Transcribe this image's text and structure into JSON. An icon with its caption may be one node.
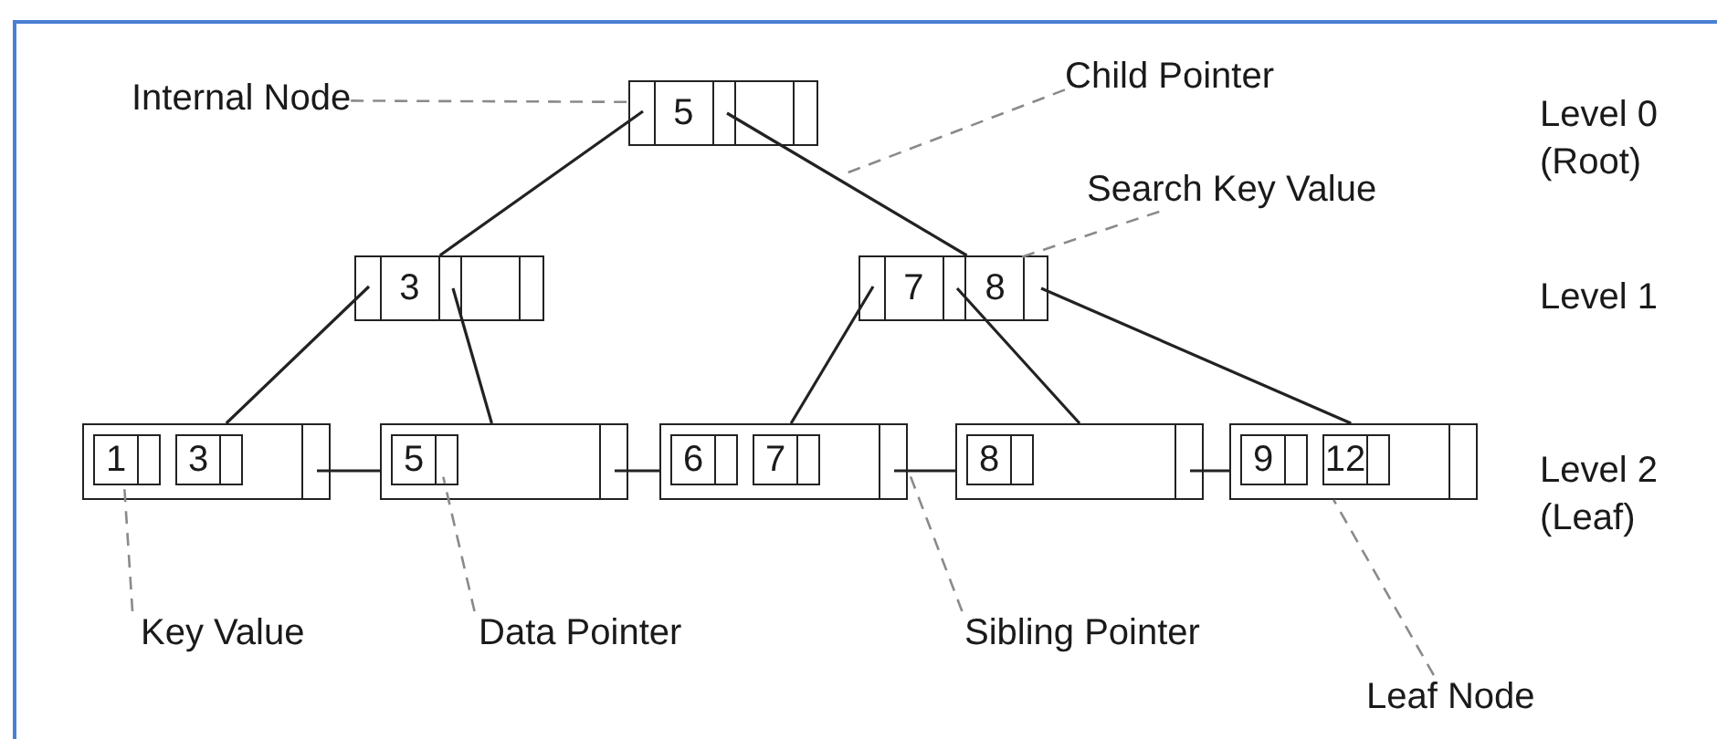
{
  "diagram": {
    "nodes": [
      {
        "text": [
          "Internal Node"
        ]
      },
      {
        "text": [
          "5"
        ]
      },
      {
        "text": [
          "Child Pointer"
        ]
      },
      {
        "text": [
          "Search Key Value"
        ]
      },
      {
        "text": [
          "3"
        ]
      },
      {
        "text": [
          "7",
          "8"
        ]
      },
      {
        "text": [
          "1",
          "3"
        ]
      },
      {
        "text": [
          "5"
        ]
      },
      {
        "text": [
          "6",
          "7"
        ]
      },
      {
        "text": [
          "8"
        ]
      },
      {
        "text": [
          "9",
          "12"
        ]
      },
      {
        "text": [
          "Key Value"
        ]
      },
      {
        "text": [
          "Data Pointer"
        ]
      },
      {
        "text": [
          "Sibling Pointer"
        ]
      },
      {
        "text": [
          "Leaf Node"
        ]
      }
    ],
    "edges": [
      {
        "from": 1,
        "to": 4,
        "arrow": "none"
      },
      {
        "from": 1,
        "to": 5,
        "arrow": "none"
      },
      {
        "from": 4,
        "to": 6,
        "arrow": "none"
      },
      {
        "from": 4,
        "to": 7,
        "arrow": "none"
      },
      {
        "from": 5,
        "to": 8,
        "arrow": "none"
      },
      {
        "from": 5,
        "to": 9,
        "arrow": "none"
      },
      {
        "from": 5,
        "to": 10,
        "arrow": "none"
      },
      {
        "from": 6,
        "to": 7,
        "arrow": "none"
      },
      {
        "from": 7,
        "to": 8,
        "arrow": "none"
      },
      {
        "from": 8,
        "to": 9,
        "arrow": "none"
      },
      {
        "from": 9,
        "to": 10,
        "arrow": "none"
      },
      {
        "from": 0,
        "to": 1,
        "arrow": "none",
        "style": "dashed",
        "color": "#8a8a8a"
      },
      {
        "from": 2,
        "to": null,
        "arrow": "none",
        "style": "dashed",
        "color": "#8a8a8a"
      },
      {
        "from": 3,
        "to": 5,
        "arrow": "none",
        "style": "dashed",
        "color": "#8a8a8a"
      },
      {
        "from": 11,
        "to": 6,
        "arrow": "none",
        "style": "dashed",
        "color": "#8a8a8a"
      },
      {
        "from": 12,
        "to": 7,
        "arrow": "none",
        "style": "dashed",
        "color": "#8a8a8a"
      },
      {
        "from": 13,
        "to": 8,
        "arrow": "none",
        "style": "dashed",
        "color": "#8a8a8a"
      },
      {
        "from": 14,
        "to": 10,
        "arrow": "none",
        "style": "dashed",
        "color": "#8a8a8a"
      }
    ],
    "labels": [
      "Level 0 (Root)",
      "Level 1",
      "Level 2 (Leaf)"
    ]
  }
}
